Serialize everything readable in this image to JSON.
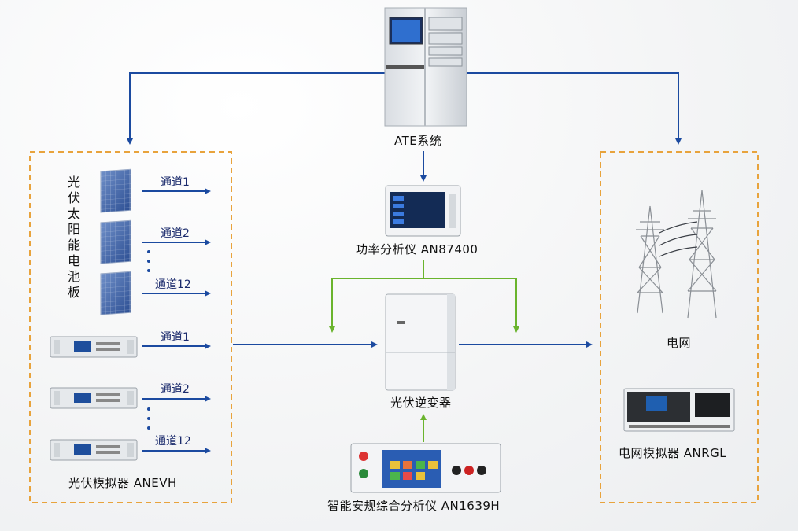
{
  "ate": {
    "label": "ATE系统"
  },
  "power_analyzer": {
    "label": "功率分析仪 AN87400"
  },
  "inverter": {
    "label": "光伏逆变器"
  },
  "safety_analyzer": {
    "label": "智能安规综合分析仪 AN1639H"
  },
  "left_panel": {
    "vertical_label": "光伏太阳能电池板",
    "simulator_label": "光伏模拟器 ANEVH",
    "channels_top": [
      "通道1",
      "通道2",
      "通道12"
    ],
    "channels_bottom": [
      "通道1",
      "通道2",
      "通道12"
    ]
  },
  "right_panel": {
    "grid_label": "电网",
    "grid_simulator_label": "电网模拟器 ANRGL"
  },
  "colors": {
    "blue_line": "#1b4aa0",
    "green_line": "#6ab42d",
    "dashed_border": "#e8a33c"
  }
}
